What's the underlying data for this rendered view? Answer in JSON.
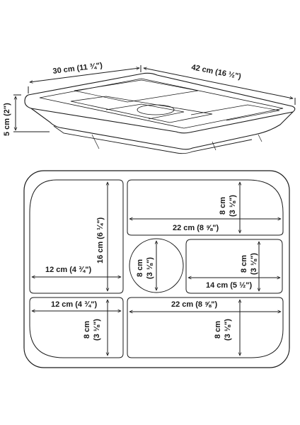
{
  "dimensions": {
    "width_top": "30 cm (11 ¾\")",
    "length_top": "42 cm (16 ½\")",
    "height_side": "5 cm (2\")"
  },
  "compartments": {
    "big_left_height": "16 cm (6 ¼\")",
    "big_left_width": "12 cm (4 ¾\")",
    "top_right_height_cm": "8 cm",
    "top_right_height_in": "(3 ⅛\")",
    "top_right_width": "22 cm (8 ⅝\")",
    "round_cm": "8 cm",
    "round_in": "(3 ⅛\")",
    "mid_right_height_cm": "8 cm",
    "mid_right_height_in": "(3 ⅛\")",
    "mid_right_width": "14 cm (5 ½\")",
    "bottom_left_width": "12 cm (4 ¾\")",
    "bottom_left_height_cm": "8 cm",
    "bottom_left_height_in": "(3 ⅛\")",
    "bottom_right_width": "22 cm (8 ⅝\")",
    "bottom_right_height_cm": "8 cm",
    "bottom_right_height_in": "(3 ⅛\")"
  }
}
